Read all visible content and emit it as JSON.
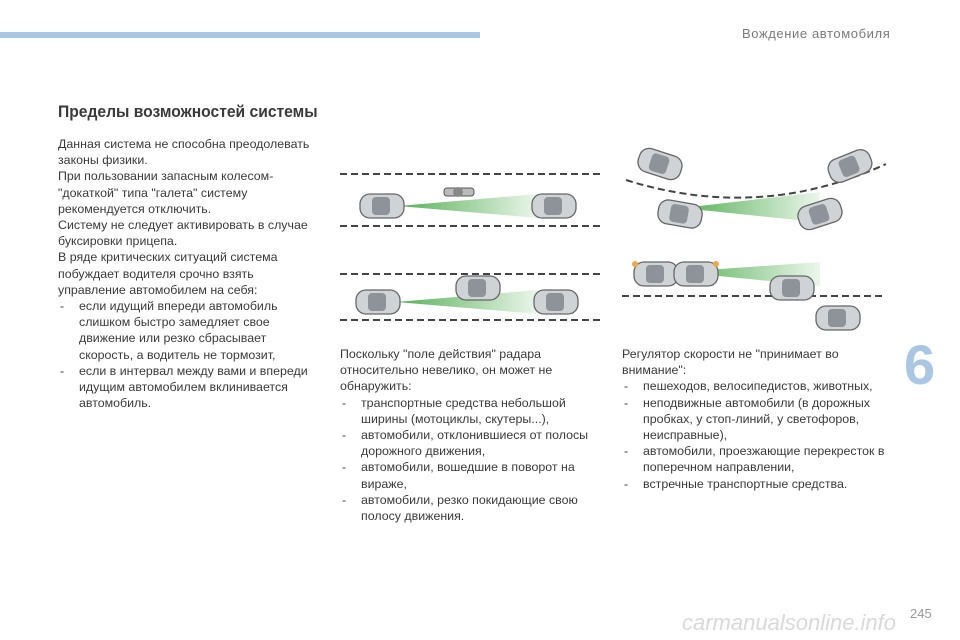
{
  "header": {
    "section_title": "Вождение автомобиля"
  },
  "chapter": {
    "number": "6"
  },
  "page_title": "Пределы возможностей системы",
  "col1": {
    "paragraphs": [
      "Данная система не способна преодолевать законы физики.",
      "При пользовании запасным колесом-\"докаткой\" типа \"галета\" систему рекомендуется отключить.",
      "Систему не следует активировать в случае буксировки прицепа.",
      "В ряде критических ситуаций система побуждает водителя срочно взять управление автомобилем на себя:"
    ],
    "items": [
      "если идущий впереди автомобиль слишком быстро замедляет свое движение или резко сбрасывает скорость, а водитель не тормозит,",
      "если в интервал между вами и впереди идущим автомобилем вклинивается автомобиль."
    ]
  },
  "col2": {
    "intro": "Поскольку \"поле действия\" радара относительно невелико, он может не обнаружить:",
    "items": [
      "транспортные средства небольшой ширины (мотоциклы, скутеры...),",
      "автомобили, отклонившиеся от полосы дорожного движения,",
      "автомобили, вошедшие в поворот на вираже,",
      "автомобили, резко покидающие свою полосу движения."
    ]
  },
  "col3": {
    "intro": "Регулятор скорости не \"принимает во внимание\":",
    "items": [
      "пешеходов, велосипедистов, животных,",
      "неподвижные автомобили (в дорожных пробках, у стоп-линий, у светофоров, неисправные),",
      "автомобили, проезжающие перекресток в поперечном направлении,",
      "встречные транспортные средства."
    ]
  },
  "footer": {
    "page_number": "245",
    "watermark": "carmanualsonline.info"
  },
  "colors": {
    "accent": "#a9c6e3",
    "radar": "#3aa23a",
    "text": "#3a3a3a"
  }
}
